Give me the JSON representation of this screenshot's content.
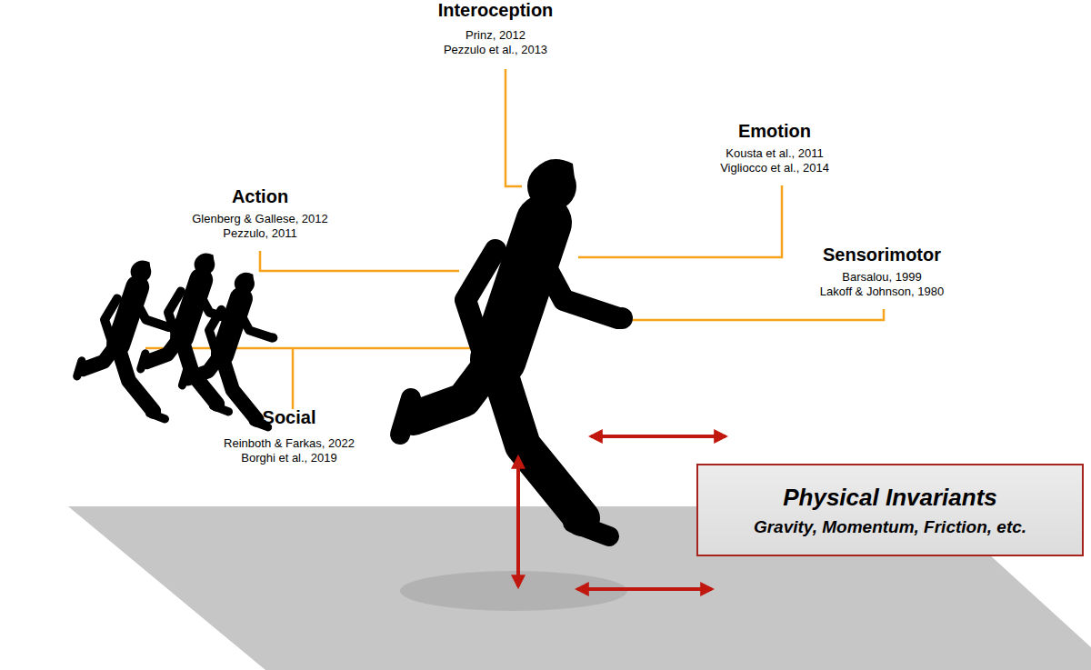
{
  "diagram": {
    "nodes": [
      {
        "text": [
          "Physical Invariants",
          "Gravity, Momentum, Friction, etc."
        ]
      }
    ],
    "edges": [],
    "labels": [
      "Interoception",
      "Prinz, 2012",
      "Pezzulo et al., 2013",
      "Emotion",
      "Kousta et al., 2011",
      "Vigliocco et al., 2014",
      "Action",
      "Glenberg & Gallese, 2012",
      "Pezzulo, 2011",
      "Sensorimotor",
      "Barsalou, 1999",
      "Lakoff & Johnson, 1980",
      "Social",
      "Reinboth & Farkas, 2022",
      "Borghi et al., 2019"
    ]
  }
}
